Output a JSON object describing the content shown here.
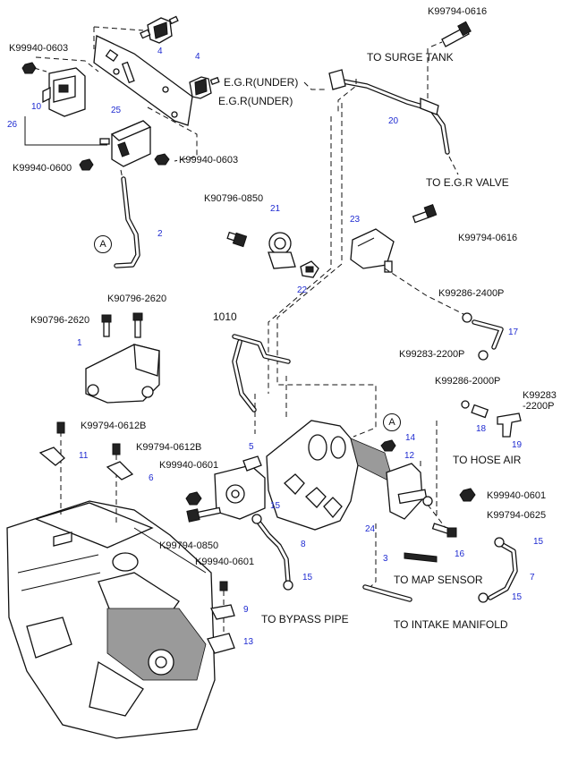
{
  "labels": {
    "k_9940_0603_top": "K99940-0603",
    "k_9940_0603_mid": "K99940-0603",
    "k_9940_0600": "K99940-0600",
    "k_9794_0616_top": "K99794-0616",
    "k_9794_0616_mid": "K99794-0616",
    "to_surge_tank": "TO SURGE TANK",
    "egr_under_1": "E.G.R(UNDER)",
    "egr_under_2": "E.G.R(UNDER)",
    "to_egr_valve": "TO E.G.R VALVE",
    "k_90796_0850": "K90796-0850",
    "k_99286_2400p": "K99286-2400P",
    "k_99283_2200p": "K99283-2200P",
    "k_90796_2620_a": "K90796-2620",
    "k_90796_2620_b": "K90796-2620",
    "ref_1010": "1010",
    "k_99286_2000p": "K99286-2000P",
    "k_99283_line1": "K99283",
    "k_99283_line2": "-2200P",
    "to_hose_air": "TO HOSE AIR",
    "k_99794_0612b_a": "K99794-0612B",
    "k_99794_0612b_b": "K99794-0612B",
    "k_99940_0601_a": "K99940-0601",
    "k_99940_0601_b": "K99940-0601",
    "k_99940_0601_c": "K99940-0601",
    "k_99794_0625": "K99794-0625",
    "k_99794_0850": "K99794-0850",
    "to_map_sensor": "TO MAP SENSOR",
    "to_bypass_pipe": "TO BYPASS PIPE",
    "to_intake_manifold": "TO INTAKE MANIFOLD"
  },
  "part_numbers": {
    "p1": "1",
    "p2": "2",
    "p3": "3",
    "p4a": "4",
    "p4b": "4",
    "p5": "5",
    "p6": "6",
    "p7": "7",
    "p8": "8",
    "p9": "9",
    "p10": "10",
    "p11": "11",
    "p12": "12",
    "p13": "13",
    "p14": "14",
    "p15a": "15",
    "p15b": "15",
    "p15c": "15",
    "p15d": "15",
    "p16": "16",
    "p17": "17",
    "p18": "18",
    "p19": "19",
    "p20": "20",
    "p21": "21",
    "p22": "22",
    "p23": "23",
    "p24": "24",
    "p25": "25",
    "p26": "26"
  },
  "callouts": {
    "a1": "A",
    "a2": "A"
  }
}
